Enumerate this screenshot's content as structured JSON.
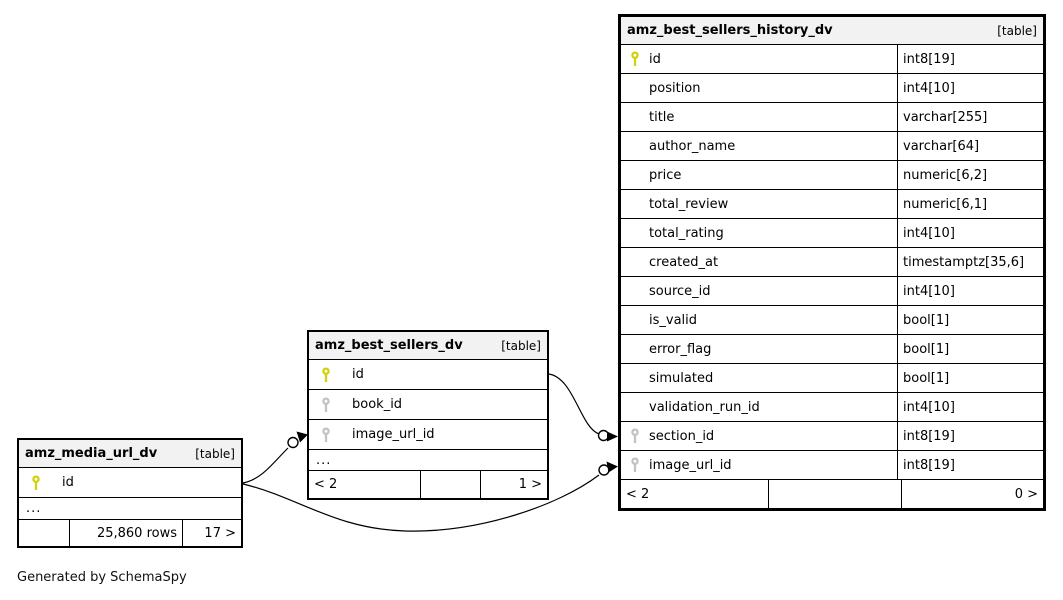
{
  "note": "Generated by SchemaSpy",
  "colors": {
    "pk_key": "#d2d20a",
    "fk_key": "#c2c2c2",
    "header_bg": "#f2f2f2",
    "border": "#000000"
  },
  "tables": {
    "history": {
      "title": "amz_best_sellers_history_dv",
      "tag": "[table]",
      "columns": [
        {
          "name": "id",
          "type": "int8[19]",
          "key": "pk"
        },
        {
          "name": "position",
          "type": "int4[10]",
          "key": "none"
        },
        {
          "name": "title",
          "type": "varchar[255]",
          "key": "none"
        },
        {
          "name": "author_name",
          "type": "varchar[64]",
          "key": "none"
        },
        {
          "name": "price",
          "type": "numeric[6,2]",
          "key": "none"
        },
        {
          "name": "total_review",
          "type": "numeric[6,1]",
          "key": "none"
        },
        {
          "name": "total_rating",
          "type": "int4[10]",
          "key": "none"
        },
        {
          "name": "created_at",
          "type": "timestamptz[35,6]",
          "key": "none"
        },
        {
          "name": "source_id",
          "type": "int4[10]",
          "key": "none"
        },
        {
          "name": "is_valid",
          "type": "bool[1]",
          "key": "none"
        },
        {
          "name": "error_flag",
          "type": "bool[1]",
          "key": "none"
        },
        {
          "name": "simulated",
          "type": "bool[1]",
          "key": "none"
        },
        {
          "name": "validation_run_id",
          "type": "int4[10]",
          "key": "none"
        },
        {
          "name": "section_id",
          "type": "int8[19]",
          "key": "fk"
        },
        {
          "name": "image_url_id",
          "type": "int8[19]",
          "key": "fk"
        }
      ],
      "footer": {
        "left": "< 2",
        "center": "",
        "right": "0 >"
      }
    },
    "sellers": {
      "title": "amz_best_sellers_dv",
      "tag": "[table]",
      "columns": [
        {
          "name": "id",
          "key": "pk"
        },
        {
          "name": "book_id",
          "key": "fk"
        },
        {
          "name": "image_url_id",
          "key": "fk"
        }
      ],
      "ellipsis": "...",
      "footer": {
        "left": "< 2",
        "center": "",
        "right": "1 >"
      }
    },
    "media": {
      "title": "amz_media_url_dv",
      "tag": "[table]",
      "columns": [
        {
          "name": "id",
          "key": "pk"
        }
      ],
      "ellipsis": "...",
      "footer": {
        "left": "",
        "center": "25,860 rows",
        "right": "17 >"
      }
    }
  }
}
